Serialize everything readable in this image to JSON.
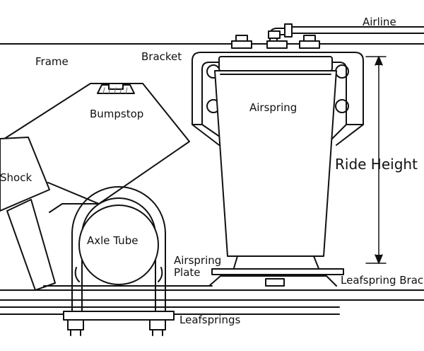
{
  "colors": {
    "stroke": "#111111",
    "fill": "#ffffff",
    "hatch": "#666666"
  },
  "labels": {
    "airline": "Airline",
    "frame": "Frame",
    "bracket": "Bracket",
    "bumpstop": "Bumpstop",
    "airspring": "Airspring",
    "ride_height": "Ride Height",
    "shock": "Shock",
    "axle_tube": "Axle Tube",
    "airspring_plate_line1": "Airspring",
    "airspring_plate_line2": "Plate",
    "leafspring_bracket": "Leafspring Brac",
    "leafsprings": "Leafsprings"
  }
}
